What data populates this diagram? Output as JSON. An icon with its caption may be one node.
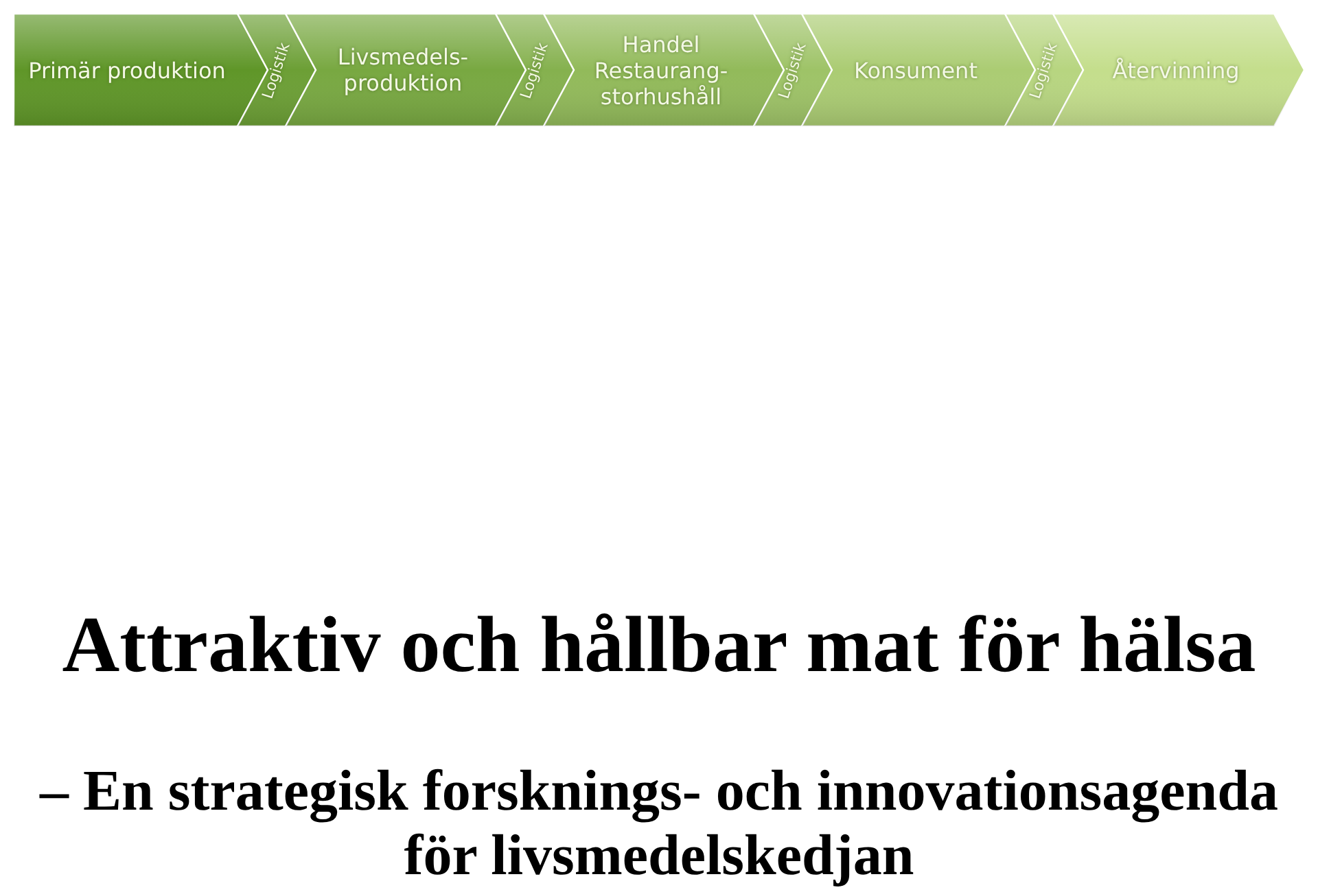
{
  "diagram": {
    "title": "Attraktiv och hållbar mat för hälsa",
    "caption": "– En strategisk forsknings- och innovationsagenda för livsmedelskedjan",
    "nodes": [
      {
        "text": [
          "Primär produktion"
        ]
      },
      {
        "text": [
          "Logistik"
        ]
      },
      {
        "text": [
          "Livsmedels- produktion"
        ]
      },
      {
        "text": [
          "Logistik"
        ]
      },
      {
        "text": [
          "Handel Restaurang- storhushåll"
        ]
      },
      {
        "text": [
          "Logistik"
        ]
      },
      {
        "text": [
          "Konsument"
        ]
      },
      {
        "text": [
          "Logistik"
        ]
      },
      {
        "text": [
          "Återvinning"
        ]
      }
    ]
  }
}
